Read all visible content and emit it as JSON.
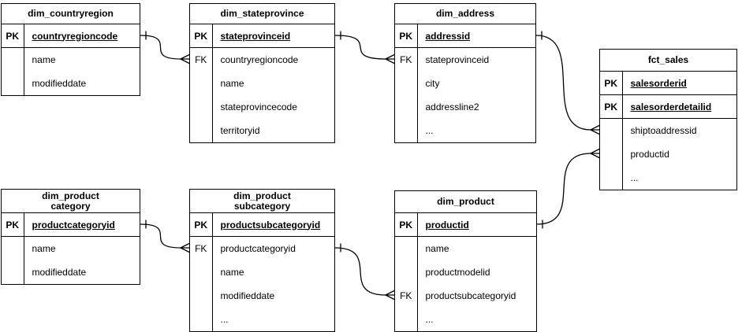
{
  "diagram": {
    "type": "entity-relationship-diagram",
    "background_color": "#ffffff",
    "line_color": "#000000",
    "text_color": "#000000",
    "tables": [
      {
        "id": "dim_countryregion",
        "title_lines": [
          "dim_countryregion"
        ],
        "rows": [
          {
            "key": "PK",
            "name": "countryregioncode",
            "is_key": true
          },
          {
            "key": "",
            "name": "name",
            "is_key": false
          },
          {
            "key": "",
            "name": "modifieddate",
            "is_key": false
          }
        ]
      },
      {
        "id": "dim_stateprovince",
        "title_lines": [
          "dim_stateprovince"
        ],
        "rows": [
          {
            "key": "PK",
            "name": "stateprovinceid",
            "is_key": true
          },
          {
            "key": "FK",
            "name": "countryregioncode",
            "is_key": false
          },
          {
            "key": "",
            "name": "name",
            "is_key": false
          },
          {
            "key": "",
            "name": "stateprovincecode",
            "is_key": false
          },
          {
            "key": "",
            "name": "territoryid",
            "is_key": false
          }
        ]
      },
      {
        "id": "dim_address",
        "title_lines": [
          "dim_address"
        ],
        "rows": [
          {
            "key": "PK",
            "name": "addressid",
            "is_key": true
          },
          {
            "key": "FK",
            "name": "stateprovinceid",
            "is_key": false
          },
          {
            "key": "",
            "name": "city",
            "is_key": false
          },
          {
            "key": "",
            "name": "addressline2",
            "is_key": false
          },
          {
            "key": "",
            "name": "...",
            "is_key": false
          }
        ]
      },
      {
        "id": "fct_sales",
        "title_lines": [
          "fct_sales"
        ],
        "rows": [
          {
            "key": "PK",
            "name": "salesorderid",
            "is_key": true
          },
          {
            "key": "PK",
            "name": "salesorderdetailid",
            "is_key": true
          },
          {
            "key": "",
            "name": "shiptoaddressid",
            "is_key": false
          },
          {
            "key": "",
            "name": "productid",
            "is_key": false
          },
          {
            "key": "",
            "name": "...",
            "is_key": false
          }
        ]
      },
      {
        "id": "dim_product_category",
        "title_lines": [
          "dim_product",
          "category"
        ],
        "rows": [
          {
            "key": "PK",
            "name": "productcategoryid",
            "is_key": true
          },
          {
            "key": "",
            "name": "name",
            "is_key": false
          },
          {
            "key": "",
            "name": "modifieddate",
            "is_key": false
          }
        ]
      },
      {
        "id": "dim_product_subcategory",
        "title_lines": [
          "dim_product",
          "subcategory"
        ],
        "rows": [
          {
            "key": "PK",
            "name": "productsubcategoryid",
            "is_key": true
          },
          {
            "key": "FK",
            "name": "productcategoryid",
            "is_key": false
          },
          {
            "key": "",
            "name": "name",
            "is_key": false
          },
          {
            "key": "",
            "name": "modifieddate",
            "is_key": false
          },
          {
            "key": "",
            "name": "...",
            "is_key": false
          }
        ]
      },
      {
        "id": "dim_product",
        "title_lines": [
          "dim_product"
        ],
        "rows": [
          {
            "key": "PK",
            "name": "productid",
            "is_key": true
          },
          {
            "key": "",
            "name": "name",
            "is_key": false
          },
          {
            "key": "",
            "name": "productmodelid",
            "is_key": false
          },
          {
            "key": "FK",
            "name": "productsubcategoryid",
            "is_key": false
          },
          {
            "key": "",
            "name": "...",
            "is_key": false
          }
        ]
      }
    ],
    "relationships": [
      {
        "from_table": "dim_countryregion",
        "from_field": "countryregioncode",
        "to_table": "dim_stateprovince",
        "to_field": "countryregioncode",
        "from_cardinality": "one",
        "to_cardinality": "many"
      },
      {
        "from_table": "dim_stateprovince",
        "from_field": "stateprovinceid",
        "to_table": "dim_address",
        "to_field": "stateprovinceid",
        "from_cardinality": "one",
        "to_cardinality": "many"
      },
      {
        "from_table": "dim_address",
        "from_field": "addressid",
        "to_table": "fct_sales",
        "to_field": "shiptoaddressid",
        "from_cardinality": "one",
        "to_cardinality": "many"
      },
      {
        "from_table": "dim_product",
        "from_field": "productid",
        "to_table": "fct_sales",
        "to_field": "productid",
        "from_cardinality": "one",
        "to_cardinality": "many"
      },
      {
        "from_table": "dim_product_category",
        "from_field": "productcategoryid",
        "to_table": "dim_product_subcategory",
        "to_field": "productcategoryid",
        "from_cardinality": "one",
        "to_cardinality": "many"
      },
      {
        "from_table": "dim_product_subcategory",
        "from_field": "productsubcategoryid",
        "to_table": "dim_product",
        "to_field": "productsubcategoryid",
        "from_cardinality": "one",
        "to_cardinality": "many"
      }
    ]
  }
}
